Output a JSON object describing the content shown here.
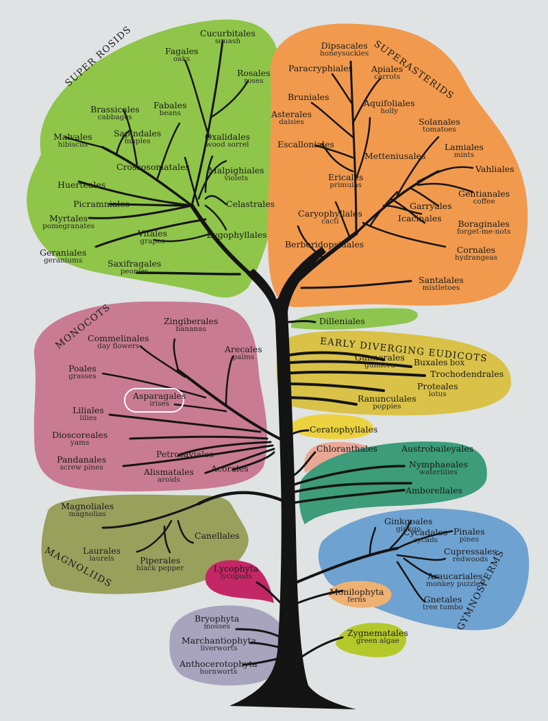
{
  "colors": {
    "background": "#dfe3e4",
    "trunk": "#141414",
    "superrosids": "#8fc549",
    "superasterids": "#f19a4d",
    "monocots": "#c97b93",
    "dilleniales": "#8ec54e",
    "early_eudicots": "#d9c247",
    "ceratophyllales": "#ecd23f",
    "chloranthales": "#e9a896",
    "basal_angiosperms": "#3d9c7a",
    "magnoliids": "#98a05c",
    "gymnosperms": "#6ea2d0",
    "lycophyta": "#c42766",
    "monilophyta": "#efb172",
    "bryophytes": "#a8a4be",
    "zygnematales": "#b5c82a",
    "highlight": "#ffffff"
  },
  "groups": {
    "superrosids": "SUPER ROSIDS",
    "superasterids": "SUPERASTERIDS",
    "monocots": "MONOCOTS",
    "early_eudicots": "EARLY DIVERGING EUDICOTS",
    "magnoliids": "MAGNOLIIDS",
    "gymnosperms": "GYMNOSPERMS"
  },
  "taxa": {
    "cucurbitales": {
      "name": "Cucurbitales",
      "common": "squash"
    },
    "fagales": {
      "name": "Fagales",
      "common": "oaks"
    },
    "rosales": {
      "name": "Rosales",
      "common": "roses"
    },
    "brassicales": {
      "name": "Brassicales",
      "common": "cabbages"
    },
    "fabales": {
      "name": "Fabales",
      "common": "beans"
    },
    "malvales": {
      "name": "Malvales",
      "common": "hibiscus"
    },
    "sapindales": {
      "name": "Sapindales",
      "common": "maples"
    },
    "oxalidales": {
      "name": "Oxalidales",
      "common": "wood sorrel"
    },
    "crossosomatales": {
      "name": "Crossosomatales",
      "common": ""
    },
    "malpighiales": {
      "name": "Malpighiales",
      "common": "violets"
    },
    "huerteales": {
      "name": "Huerteales",
      "common": ""
    },
    "celastrales": {
      "name": "Celastrales",
      "common": ""
    },
    "picramniales": {
      "name": "Picramniales",
      "common": ""
    },
    "myrtales": {
      "name": "Myrtales",
      "common": "pomegranates"
    },
    "zygophyllales": {
      "name": "Zygophyllales",
      "common": ""
    },
    "vitales": {
      "name": "Vitales",
      "common": "grapes"
    },
    "geraniales": {
      "name": "Geraniales",
      "common": "geraniums"
    },
    "saxifragales": {
      "name": "Saxifragales",
      "common": "peonies"
    },
    "dipsacales": {
      "name": "Dipsacales",
      "common": "honeysuckles"
    },
    "paracryphiales": {
      "name": "Paracryphiales",
      "common": ""
    },
    "apiales": {
      "name": "Apiales",
      "common": "carrots"
    },
    "bruniales": {
      "name": "Bruniales",
      "common": ""
    },
    "aquifoliales": {
      "name": "Aquifoliales",
      "common": "holly"
    },
    "asterales": {
      "name": "Asterales",
      "common": "daisies"
    },
    "solanales": {
      "name": "Solanales",
      "common": "tomatoes"
    },
    "escalloniales": {
      "name": "Escalloniales",
      "common": ""
    },
    "lamiales": {
      "name": "Lamiales",
      "common": "mints"
    },
    "metteniusales": {
      "name": "Metteniusales",
      "common": ""
    },
    "vahliales": {
      "name": "Vahliales",
      "common": ""
    },
    "ericales": {
      "name": "Ericales",
      "common": "primulas"
    },
    "gentianales": {
      "name": "Gentianales",
      "common": "coffee"
    },
    "garryales": {
      "name": "Garryales",
      "common": ""
    },
    "caryophyllales": {
      "name": "Caryophyllales",
      "common": "cacti"
    },
    "icacinales": {
      "name": "Icacinales",
      "common": ""
    },
    "boraginales": {
      "name": "Boraginales",
      "common": "forget-me-nots"
    },
    "berberidopsidales": {
      "name": "Berberidopsidales",
      "common": ""
    },
    "cornales": {
      "name": "Cornales",
      "common": "hydrangeas"
    },
    "santalales": {
      "name": "Santalales",
      "common": "mistletoes"
    },
    "dilleniales": {
      "name": "Dilleniales",
      "common": ""
    },
    "zingiberales": {
      "name": "Zingiberales",
      "common": "bananas"
    },
    "commelinales": {
      "name": "Commelinales",
      "common": "day flowers"
    },
    "arecales": {
      "name": "Arecales",
      "common": "palms"
    },
    "poales": {
      "name": "Poales",
      "common": "grasses"
    },
    "asparagales": {
      "name": "Asparagales",
      "common": "irises"
    },
    "liliales": {
      "name": "Liliales",
      "common": "lilies"
    },
    "dioscoreales": {
      "name": "Dioscoreales",
      "common": "yams"
    },
    "petrosaviales": {
      "name": "Petrosaviales",
      "common": ""
    },
    "pandanales": {
      "name": "Pandanales",
      "common": "screw pines"
    },
    "alismatales": {
      "name": "Alismatales",
      "common": "aroids"
    },
    "acorales": {
      "name": "Acorales",
      "common": ""
    },
    "gunnerales": {
      "name": "Gunnerales",
      "common": "gunnera"
    },
    "buxales": {
      "name": "Buxales",
      "common": "box"
    },
    "trochodendrales": {
      "name": "Trochodendrales",
      "common": ""
    },
    "proteales": {
      "name": "Proteales",
      "common": "lotus"
    },
    "ranunculales": {
      "name": "Ranunculales",
      "common": "poppies"
    },
    "ceratophyllales": {
      "name": "Ceratophyllales",
      "common": ""
    },
    "chloranthales": {
      "name": "Chloranthales",
      "common": ""
    },
    "austrobaileyales": {
      "name": "Austrobaileyales",
      "common": ""
    },
    "nymphaeales": {
      "name": "Nymphaeales",
      "common": "waterlilies"
    },
    "amborellales": {
      "name": "Amborellales",
      "common": ""
    },
    "magnoliales": {
      "name": "Magnoliales",
      "common": "magnolias"
    },
    "canellales": {
      "name": "Canellales",
      "common": ""
    },
    "laurales": {
      "name": "Laurales",
      "common": "laurels"
    },
    "piperales": {
      "name": "Piperales",
      "common": "black pepper"
    },
    "ginkgoales": {
      "name": "Ginkgoales",
      "common": "ginkgo"
    },
    "cycadales": {
      "name": "Cycadales",
      "common": "cycads"
    },
    "pinales": {
      "name": "Pinales",
      "common": "pines"
    },
    "cupressales": {
      "name": "Cupressales",
      "common": "redwoods"
    },
    "araucariales": {
      "name": "Araucariales",
      "common": "monkey puzzles"
    },
    "gnetales": {
      "name": "Gnetales",
      "common": "tree tumbo"
    },
    "lycophyta": {
      "name": "Lycophyta",
      "common": "lycopods"
    },
    "monilophyta": {
      "name": "Monilophyta",
      "common": "ferns"
    },
    "bryophyta": {
      "name": "Bryophyta",
      "common": "mosses"
    },
    "marchantiophyta": {
      "name": "Marchantiophyta",
      "common": "liverworts"
    },
    "anthocerotophyta": {
      "name": "Anthocerotophyta",
      "common": "hornworts"
    },
    "zygnematales": {
      "name": "Zygnematales",
      "common": "green algae"
    }
  }
}
